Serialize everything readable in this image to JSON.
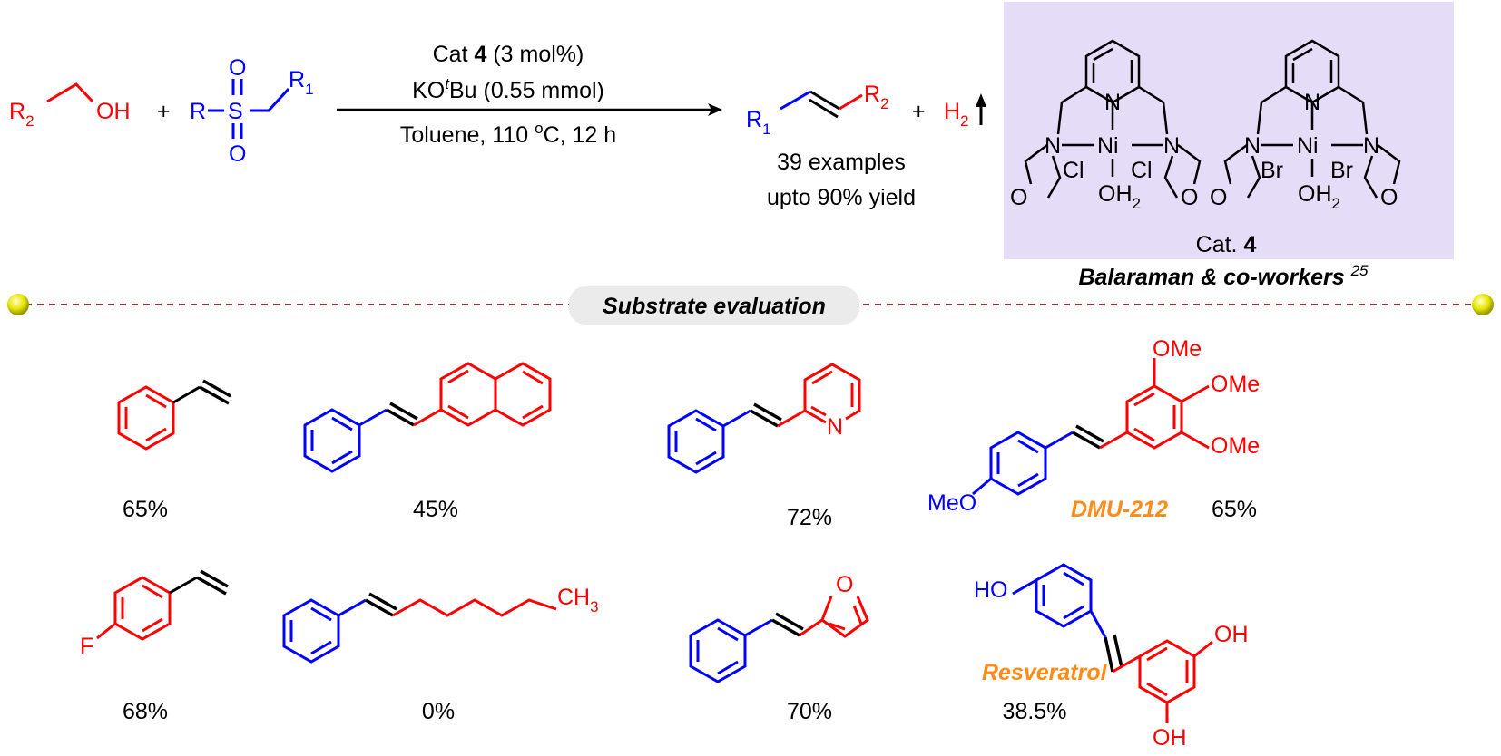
{
  "colors": {
    "reagent": "#ff0000",
    "partner": "#0000ff",
    "bond": "#000000",
    "cat_box": "#e5dcf7",
    "name": "#ff8c1a",
    "divider": "#8b3a3a",
    "label_bg": "#ebebeb",
    "bead": "#e6e600"
  },
  "scheme": {
    "alcohol": {
      "r_sym": "R",
      "r_sub": "2",
      "oh": "OH"
    },
    "plus": "+",
    "sulfone": {
      "r": "R",
      "s": "S",
      "o": "O",
      "r1_sym": "R",
      "r1_sub": "1"
    },
    "conditions": {
      "cat_pre": "Cat ",
      "cat_num": "4",
      "cat_post": " (3 mol%)",
      "base_pre": "KO",
      "base_sup": "t",
      "base_post": "Bu (0.55 mmol)",
      "solvent_pre": "Toluene, 110 ",
      "solvent_sup": "o",
      "solvent_post": "C, 12 h"
    },
    "product": {
      "r1_sym": "R",
      "r1_sub": "1",
      "r2_sym": "R",
      "r2_sub": "2",
      "examples": "39 examples",
      "yield": "upto 90% yield"
    },
    "byproduct": {
      "h": "H",
      "sub": "2"
    }
  },
  "catalyst": {
    "left": {
      "n": "N",
      "ni": "Ni",
      "x1": "Cl",
      "x2": "Cl",
      "o": "O",
      "oh": "OH",
      "oh_sub": "2"
    },
    "right": {
      "n": "N",
      "ni": "Ni",
      "x1": "Br",
      "x2": "Br",
      "o": "O",
      "oh": "OH",
      "oh_sub": "2"
    },
    "caption_pre": "Cat. ",
    "caption_num": "4"
  },
  "credit": {
    "text": "Balaraman & co-workers ",
    "ref": "25"
  },
  "section_label": "Substrate evaluation",
  "substrates": [
    {
      "yield": "65%"
    },
    {
      "yield": "45%"
    },
    {
      "yield": "72%",
      "hetero": "N"
    },
    {
      "yield": "65%",
      "name": "DMU-212",
      "ome1": "OMe",
      "ome2": "OMe",
      "ome3": "OMe",
      "meo": "MeO"
    },
    {
      "yield": "68%",
      "f": "F"
    },
    {
      "yield": "0%",
      "ch": "CH",
      "ch_sub": "3"
    },
    {
      "yield": "70%",
      "hetero": "O"
    },
    {
      "yield": "38.5%",
      "name": "Resveratrol",
      "oh1": "HO",
      "oh2": "OH",
      "oh3": "OH"
    }
  ]
}
